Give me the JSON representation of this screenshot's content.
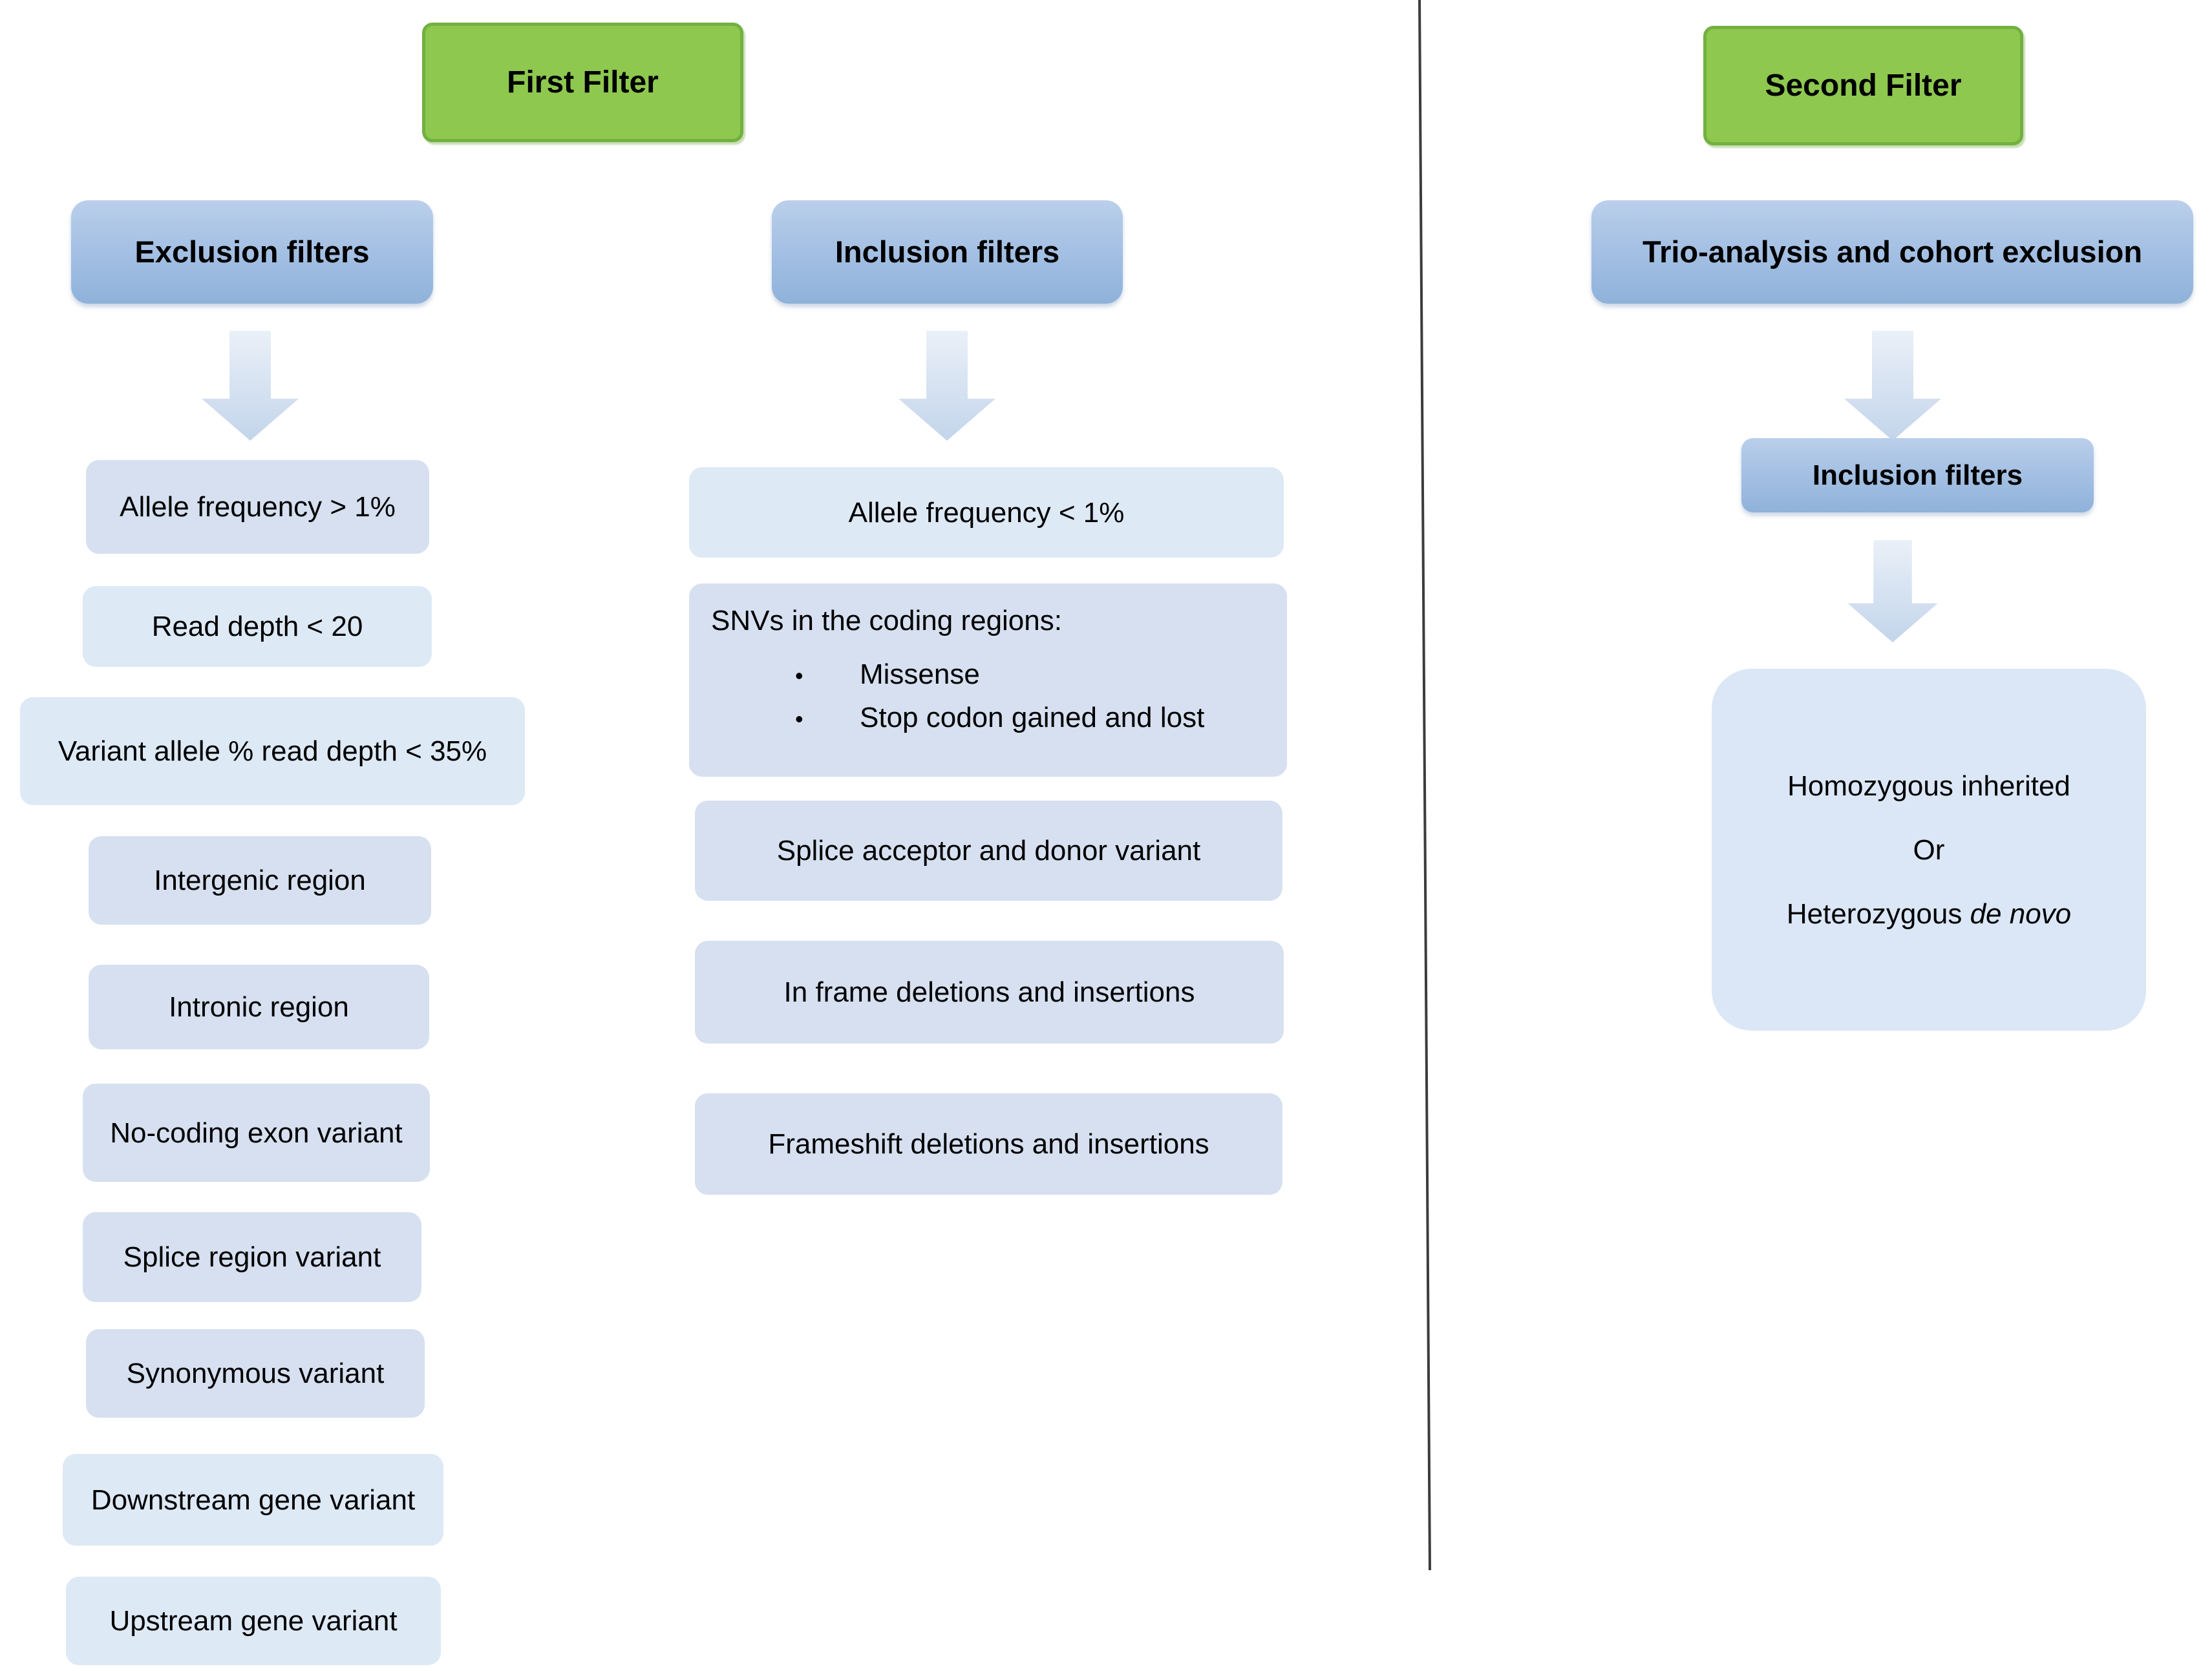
{
  "figure": {
    "first_filter_title": "First Filter",
    "second_filter_title": "Second Filter",
    "exclusion": {
      "header": "Exclusion filters",
      "items": [
        "Allele frequency > 1%",
        "Read depth < 20",
        "Variant allele % read depth < 35%",
        "Intergenic region",
        "Intronic region",
        "No-coding exon variant",
        "Splice region variant",
        "Synonymous variant",
        "Downstream gene variant",
        "Upstream gene variant"
      ]
    },
    "inclusion_first": {
      "header": "Inclusion filters",
      "allele_item": "Allele frequency < 1%",
      "snv": {
        "title": "SNVs in the coding regions:",
        "bullet_glyph": "•",
        "bullets": [
          "Missense",
          "Stop codon gained and lost"
        ]
      },
      "items_after": [
        "Splice acceptor and donor variant",
        "In frame deletions and insertions",
        "Frameshift deletions and insertions"
      ]
    },
    "second_stage": {
      "header": "Trio-analysis and cohort exclusion",
      "subheader": "Inclusion filters",
      "result": {
        "line1": "Homozygous inherited",
        "line2": "Or",
        "line3_prefix": "Heterozygous ",
        "line3_italic": "de novo"
      }
    },
    "colors": {
      "green_fill": "#8ec84f",
      "green_border": "#72b040",
      "header_blue_top": "#bacfeb",
      "header_blue_bottom": "#8fb2da",
      "item_blue_dark": "#d6e0f0",
      "item_blue_light": "#dee9f6",
      "arrow_top": "#eaf0f8",
      "arrow_bottom": "#c3d5eb",
      "divider": "#3c3c3c"
    }
  }
}
